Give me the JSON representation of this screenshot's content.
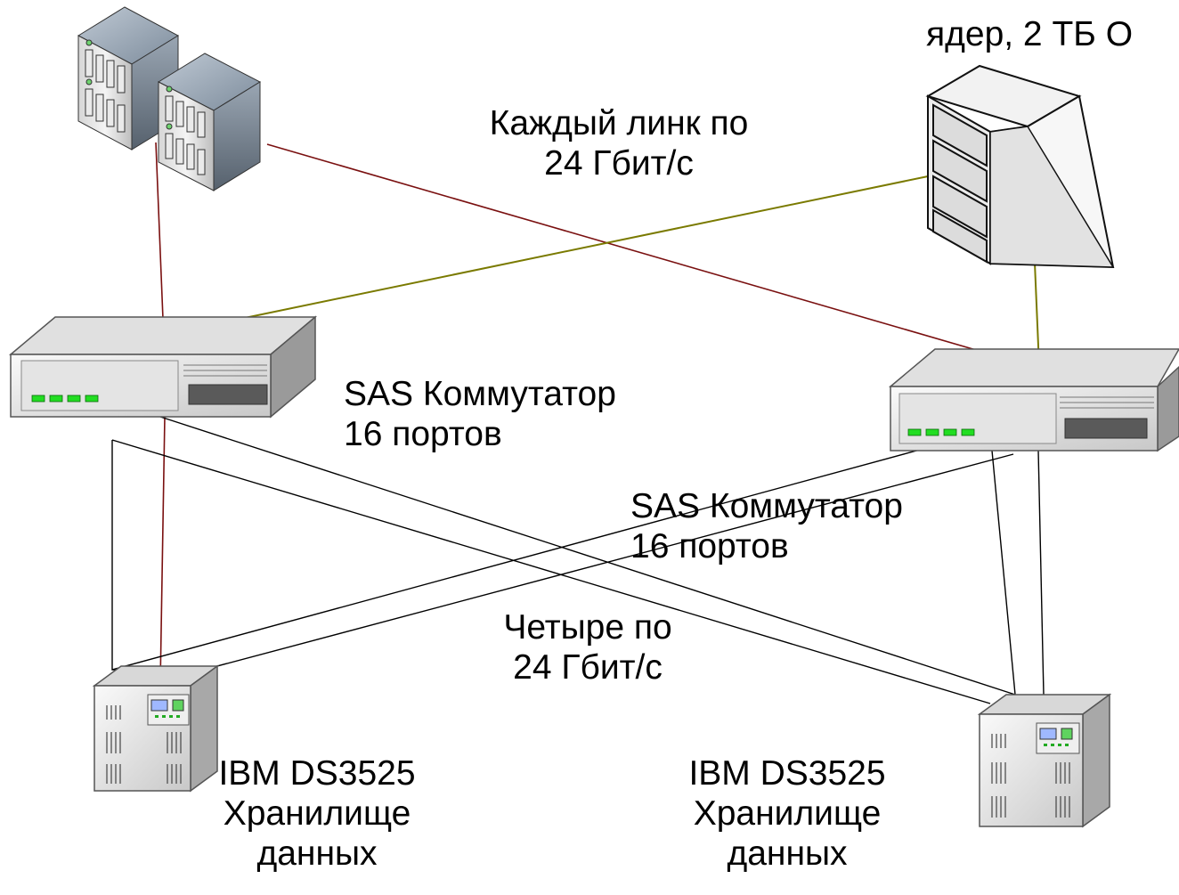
{
  "labels": {
    "top_right_partial_line1": "ядер, 2 ТБ О",
    "link_speed_line1": "Каждый линк по",
    "link_speed_line2": "24 Гбит/с",
    "switch_left_line1": "SAS Коммутатор",
    "switch_left_line2": "16 портов",
    "switch_right_line1": "SAS Коммутатор",
    "switch_right_line2": "16 портов",
    "four_links_line1": "Четыре по",
    "four_links_line2": "24 Гбит/с",
    "storage_left_line1": "IBM DS3525",
    "storage_left_line2": "Хранилище",
    "storage_left_line3": "данных",
    "storage_right_line1": "IBM DS3525",
    "storage_right_line2": "Хранилище",
    "storage_right_line3": "данных"
  },
  "colors": {
    "red_link": "#7a1010",
    "olive_link": "#7a7a00",
    "black_link": "#000000",
    "switch_led": "#22dd22"
  },
  "icons": [
    "server-cluster-icon",
    "mainframe-server-icon",
    "sas-switch-icon",
    "storage-tower-icon"
  ]
}
